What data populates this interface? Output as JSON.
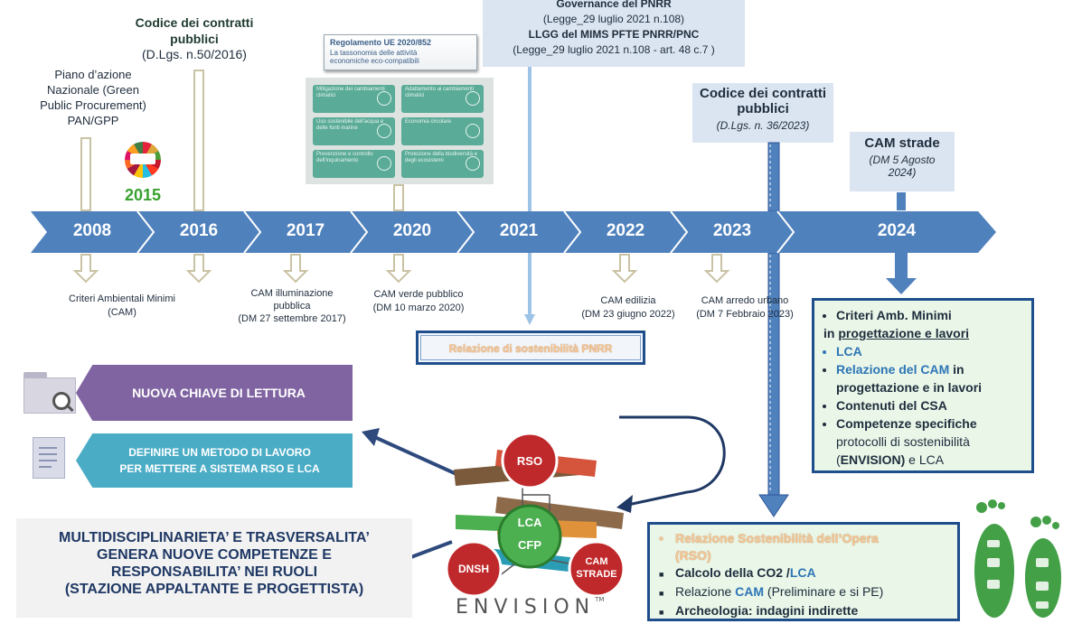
{
  "top": {
    "codice2016": {
      "title_line1": "Codice dei contratti",
      "title_line2": "pubblici",
      "ref": "(D.Lgs. n.50/2016)"
    },
    "pan": {
      "line1": "Piano d’azione",
      "line2": "Nazionale (Green",
      "line3": "Public Procurement)",
      "line4": "PAN/GPP"
    },
    "year2015": "2015",
    "regolamento": {
      "title": "Regolamento UE 2020/852",
      "sub1": "La tassonomia delle attività",
      "sub2": "economiche eco-compatibili"
    },
    "tiles": [
      {
        "label": "Mitigazione dei cambiamenti climatici"
      },
      {
        "label": "Adattamento ai cambiamenti climatici"
      },
      {
        "label": "Uso sostenibile dell'acqua e delle fonti marine"
      },
      {
        "label": "Economia circolare"
      },
      {
        "label": "Prevenzione e controllo dell'inquinamento"
      },
      {
        "label": "Protezione della biodiversità e degli ecosistemi"
      }
    ],
    "pnrr": {
      "line1": "Governance del PNRR",
      "line2": "(Legge_29 luglio 2021 n.108)",
      "line3": "LLGG del MIMS PFTE PNRR/PNC",
      "line4": "(Legge_29 luglio 2021 n.108 - art. 48 c.7 )"
    },
    "codice2023": {
      "title_line1": "Codice dei contratti",
      "title_line2": "pubblici",
      "ref": "(D.Lgs. n. 36/2023)"
    },
    "camstrade": {
      "title": "CAM strade",
      "ref1": "(DM 5 Agosto",
      "ref2": "2024)"
    }
  },
  "timeline": {
    "years": [
      "2008",
      "2016",
      "2017",
      "2020",
      "2021",
      "2022",
      "2023",
      "2024"
    ],
    "color": "#4f81bd"
  },
  "below": {
    "cam2008": {
      "line1": "Criteri Ambientali Minimi",
      "line2": "(CAM)"
    },
    "cam2017": {
      "line1": "CAM illuminazione",
      "line2": "pubblica",
      "line3": "(DM 27 settembre 2017)"
    },
    "cam2020": {
      "line1": "CAM verde pubblico",
      "line2": "(DM 10 marzo 2020)"
    },
    "cam2022": {
      "line1": "CAM edilizia",
      "line2": "(DM 23 giugno 2022)"
    },
    "cam2023": {
      "line1": "CAM arredo urbano",
      "line2": "(DM 7 Febbraio 2023)"
    }
  },
  "relazione_pnrr": "Relazione di sostenibilità PNRR",
  "box2024": {
    "item1_a": "Criteri Amb. Minimi",
    "item1_b": "in",
    "item1_c": "progettazione e lavori",
    "item2": "LCA",
    "item3_a": "Relazione del  CAM",
    "item3_b": "in progettazione e in lavori",
    "item4": "Contenuti del CSA",
    "item5_a": "Competenze specifiche",
    "item5_b": "protocolli di sostenibilità (",
    "item5_c": "ENVISION)",
    "item5_d": " e LCA"
  },
  "left": {
    "chiave": "NUOVA CHIAVE DI LETTURA",
    "metodo_line1": "DEFINIRE UN METODO DI LAVORO",
    "metodo_line2": "PER METTERE A SISTEMA RSO E LCA",
    "multi_line1": "MULTIDISCIPLINARIETA’ E TRASVERSALITA’",
    "multi_line2": "GENERA NUOVE COMPETENZE E",
    "multi_line3": "RESPONSABILITA’ NEI RUOLI",
    "multi_line4": "(STAZIONE APPALTANTE E PROGETTISTA)"
  },
  "center": {
    "rso": "RSO",
    "lca": "LCA",
    "cfp": "CFP",
    "dnsh": "DNSH",
    "cam_line1": "CAM",
    "cam_line2": "STRADE",
    "envision": "ENVISION",
    "tm": "TM"
  },
  "bottombox": {
    "item1_a": "Relazione Sostenibilità dell’Opera",
    "item1_b": "(RSO)",
    "item2_a": "Calcolo della CO2 /",
    "item2_b": "LCA",
    "item3_a": "Relazione ",
    "item3_b": "CAM",
    "item3_c": " (Preliminare e si PE)",
    "item4": "Archeologia: indagini indirette"
  }
}
